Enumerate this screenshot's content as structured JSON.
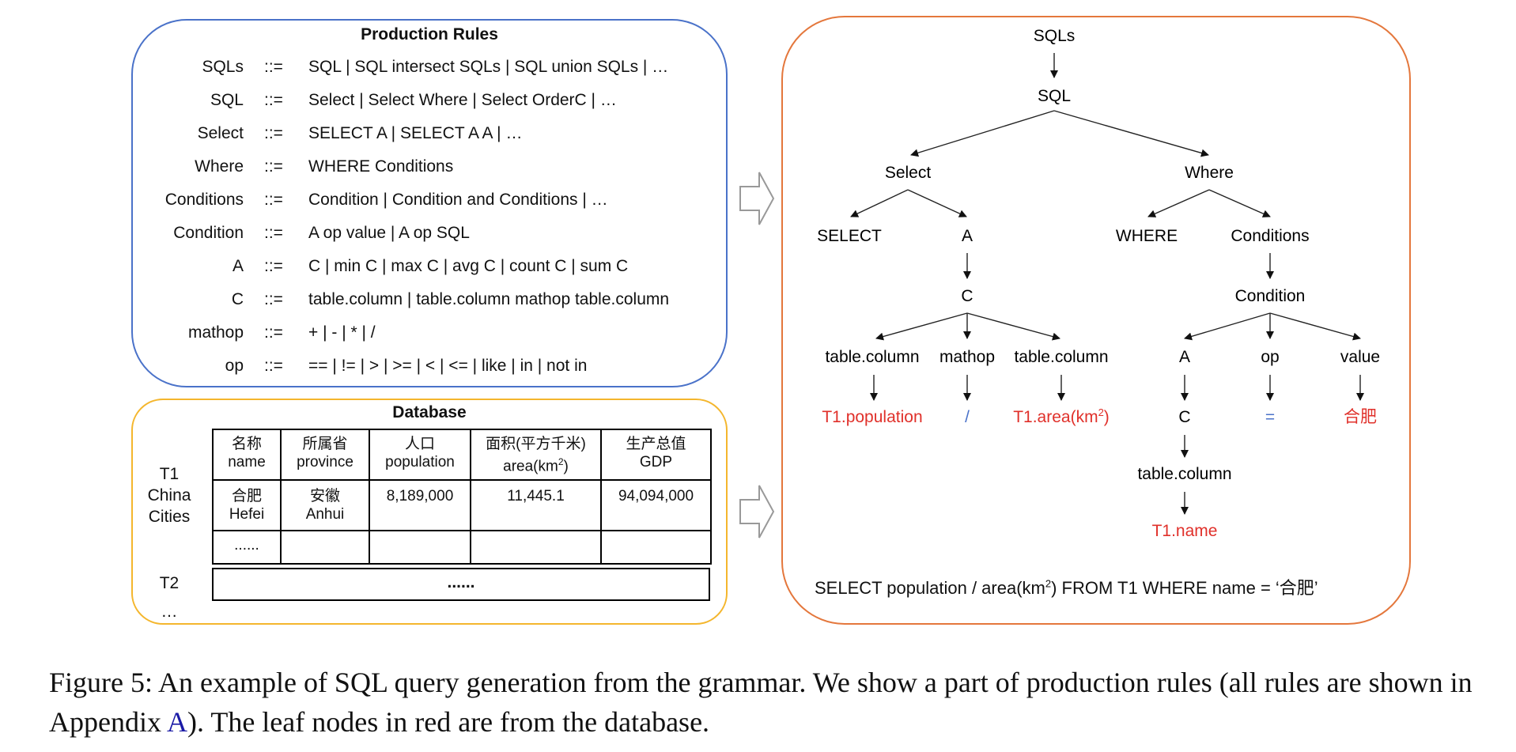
{
  "rules": {
    "title": "Production Rules",
    "op": "::=",
    "items": [
      {
        "lhs": "SQLs",
        "rhs": "SQL | SQL intersect SQLs | SQL union SQLs | …"
      },
      {
        "lhs": "SQL",
        "rhs": "Select | Select Where | Select OrderC | …"
      },
      {
        "lhs": "Select",
        "rhs": "SELECT A | SELECT A A | …"
      },
      {
        "lhs": "Where",
        "rhs": "WHERE Conditions"
      },
      {
        "lhs": "Conditions",
        "rhs": "Condition | Condition and Conditions | …"
      },
      {
        "lhs": "Condition",
        "rhs": "A op value | A op SQL"
      },
      {
        "lhs": "A",
        "rhs": "C | min C | max C  | avg C | count C | sum C"
      },
      {
        "lhs": "C",
        "rhs": "table.column | table.column mathop table.column"
      },
      {
        "lhs": "mathop",
        "rhs": "+ | - | * | /"
      },
      {
        "lhs": "op",
        "rhs": "== | != | > | >= | < | <= | like | in | not in"
      }
    ]
  },
  "database": {
    "title": "Database",
    "t1_label": [
      "T1",
      "China",
      "Cities"
    ],
    "headers": [
      {
        "zh": "名称",
        "en": "name"
      },
      {
        "zh": "所属省",
        "en": "province"
      },
      {
        "zh": "人口",
        "en": "population"
      },
      {
        "zh": "面积(平方千米)",
        "en": "area(km",
        "sup": "2",
        "tail": ")"
      },
      {
        "zh": "生产总值",
        "en": "GDP"
      }
    ],
    "row1": [
      {
        "zh": "合肥",
        "en": "Hefei"
      },
      {
        "zh": "安徽",
        "en": "Anhui"
      },
      {
        "zh": "",
        "en": "8,189,000"
      },
      {
        "zh": "",
        "en": "11,445.1"
      },
      {
        "zh": "",
        "en": "94,094,000"
      }
    ],
    "row2_first": "......",
    "t2_label": "T2",
    "t2_content": "......",
    "more": "…"
  },
  "tree": {
    "nodes": {
      "sqls": "SQLs",
      "sql": "SQL",
      "select": "Select",
      "where": "Where",
      "select_kw": "SELECT",
      "a1": "A",
      "where_kw": "WHERE",
      "conditions": "Conditions",
      "c1": "C",
      "condition": "Condition",
      "tc1": "table.column",
      "mathop": "mathop",
      "tc2": "table.column",
      "a2": "A",
      "op": "op",
      "value": "value",
      "leaf_pop": "T1.population",
      "leaf_div": "/",
      "leaf_area": "T1.area(km",
      "leaf_area_sup": "2",
      "leaf_area_tail": ")",
      "c2": "C",
      "leaf_eq": "=",
      "leaf_hefei": "合肥",
      "tc3": "table.column",
      "leaf_name": "T1.name"
    },
    "sql_prefix": "SELECT population / area(km",
    "sql_sup": "2",
    "sql_suffix": ") FROM T1 WHERE name = ‘合肥’"
  },
  "caption": {
    "text1": "Figure 5: An example of SQL query generation from the grammar. We show a part of production rules (all rules are shown in Appendix ",
    "link": "A",
    "text2": "). The leaf nodes in red are from the database."
  },
  "colors": {
    "rules_border": "#4a72c9",
    "db_border": "#f4b62d",
    "tree_border": "#e4773c",
    "leaf_red": "#e0302a",
    "leaf_blue": "#4a72c9"
  }
}
